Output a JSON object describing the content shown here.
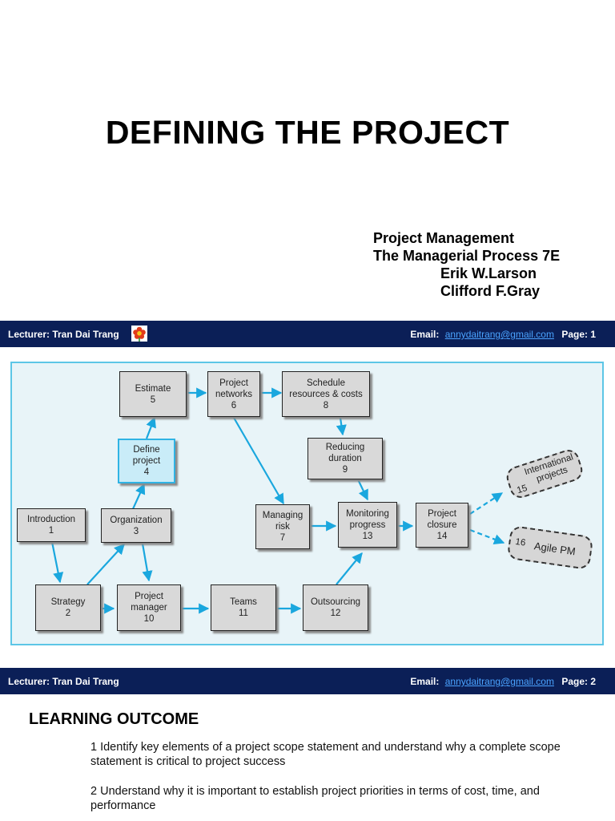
{
  "slide1": {
    "title": "DEFINING THE PROJECT",
    "book_lines": [
      "Project Management",
      "The Managerial Process 7E",
      "Erik W.Larson",
      "Clifford F.Gray"
    ]
  },
  "footer1": {
    "lecturer": "Lecturer: Tran Dai Trang",
    "email_label": "Email:",
    "email": "annydaitrang@gmail.com",
    "page": "Page: 1",
    "flower_icon": "flower-icon"
  },
  "diagram": {
    "boxes": {
      "estimate": [
        "Estimate",
        "5"
      ],
      "networks": [
        "Project",
        "networks",
        "6"
      ],
      "schedule": [
        "Schedule",
        "resources & costs",
        "8"
      ],
      "define": [
        "Define",
        "project",
        "4"
      ],
      "reducing": [
        "Reducing",
        "duration",
        "9"
      ],
      "introduction": [
        "Introduction",
        "1"
      ],
      "organization": [
        "Organization",
        "3"
      ],
      "managing": [
        "Managing",
        "risk",
        "7"
      ],
      "monitoring": [
        "Monitoring",
        "progress",
        "13"
      ],
      "closure": [
        "Project",
        "closure",
        "14"
      ],
      "strategy": [
        "Strategy",
        "2"
      ],
      "manager": [
        "Project",
        "manager",
        "10"
      ],
      "teams": [
        "Teams",
        "11"
      ],
      "outsourcing": [
        "Outsourcing",
        "12"
      ]
    },
    "international": {
      "num": "15",
      "line1": "International",
      "line2": "projects"
    },
    "agile": {
      "num": "16",
      "label": "Agile PM"
    },
    "colors": {
      "arrow": "#1aa7de",
      "box": "#d9d9d9",
      "highlight": "#c9ecf8"
    }
  },
  "footer2": {
    "lecturer": "Lecturer: Tran Dai Trang",
    "email_label": "Email:",
    "email": "annydaitrang@gmail.com",
    "page": "Page: 2"
  },
  "slide2": {
    "heading": "LEARNING OUTCOME",
    "items": [
      "1 Identify key elements of a project scope statement and understand why a complete scope statement is critical to project success",
      "2 Understand why it is important to establish project priorities in terms of cost, time, and performance"
    ]
  }
}
